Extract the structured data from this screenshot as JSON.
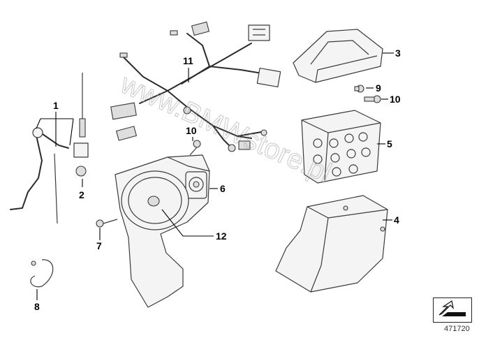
{
  "diagram": {
    "callouts": {
      "c1": "1",
      "c2": "2",
      "c3": "3",
      "c4": "4",
      "c5": "5",
      "c6": "6",
      "c7": "7",
      "c8": "8",
      "c9": "9",
      "c10a": "10",
      "c10b": "10",
      "c11": "11",
      "c12": "12"
    },
    "watermark": "www.BMWstore.pl",
    "reference_number": "471720",
    "nav_icon": "arrow-icon"
  }
}
